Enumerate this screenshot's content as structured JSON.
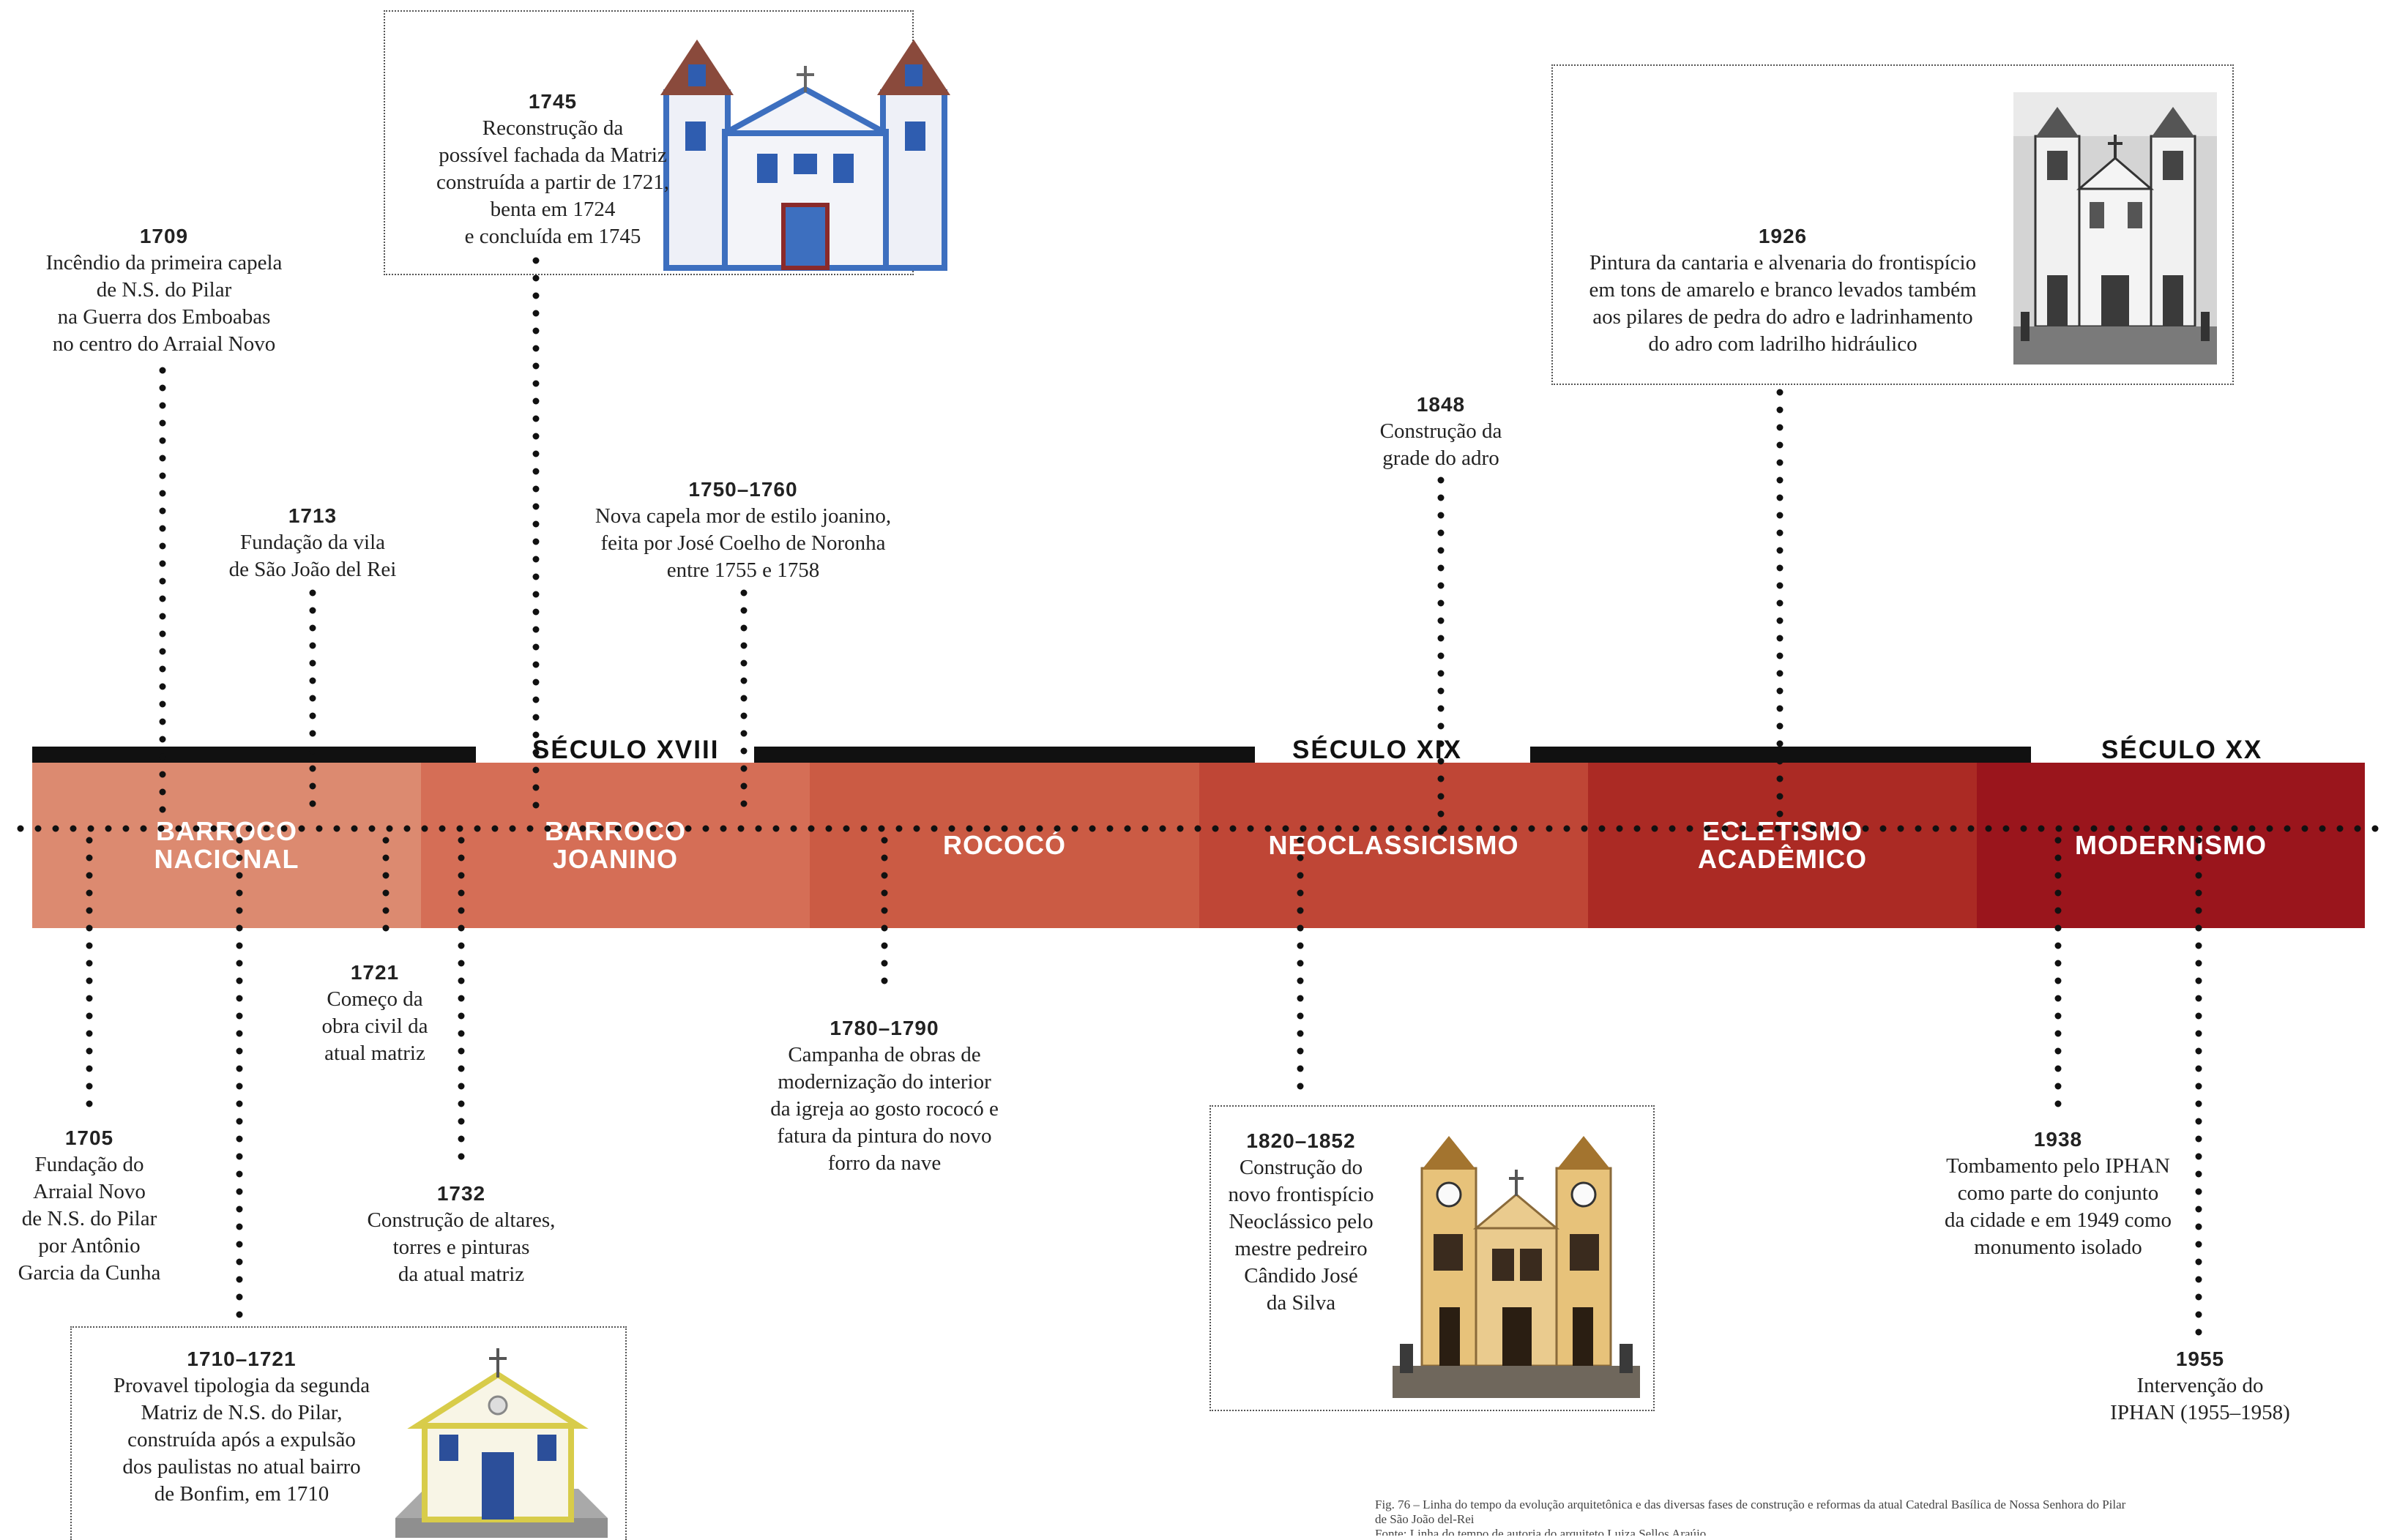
{
  "centuries": [
    {
      "label": "SÉCULO XVIII"
    },
    {
      "label": "SÉCULO XIX"
    },
    {
      "label": "SÉCULO XX"
    }
  ],
  "eras": [
    {
      "label": "BARROCO\nNACIONAL",
      "color": "#dc8a70"
    },
    {
      "label": "BARROCO\nJOANINO",
      "color": "#d56e56"
    },
    {
      "label": "ROCOCÓ",
      "color": "#cb5b44"
    },
    {
      "label": "NEOCLASSICISMO",
      "color": "#bf4636"
    },
    {
      "label": "ECLETISMO\nACADÊMICO",
      "color": "#ab2a24"
    },
    {
      "label": "MODERNISMO",
      "color": "#9a151c"
    }
  ],
  "events": [
    {
      "year": "1709",
      "text": "Incêndio da primeira capela\nde N.S. do Pilar\nna Guerra dos Emboabas\nno centro do Arraial Novo"
    },
    {
      "year": "1745",
      "text": "Reconstrução da\npossível fachada da Matriz\nconstruída a partir de 1721,\nbenta em 1724\ne concluída em 1745"
    },
    {
      "year": "1713",
      "text": "Fundação da vila\nde São João del Rei"
    },
    {
      "year": "1750–1760",
      "text": "Nova capela mor de estilo joanino,\nfeita por José Coelho de Noronha\nentre 1755 e 1758"
    },
    {
      "year": "1848",
      "text": "Construção da\ngrade do adro"
    },
    {
      "year": "1926",
      "text": "Pintura da cantaria e alvenaria do frontispício\nem tons de amarelo e branco levados também\naos pilares de pedra do adro e ladrinhamento\ndo adro com ladrilho hidráulico"
    },
    {
      "year": "1721",
      "text": "Começo da\nobra civil da\natual matriz"
    },
    {
      "year": "1780–1790",
      "text": "Campanha de obras de\nmodernização do interior\nda igreja ao gosto rococó e\nfatura da pintura do novo\nforro da nave"
    },
    {
      "year": "1705",
      "text": "Fundação do\nArraial Novo\nde N.S. do Pilar\npor Antônio\nGarcia da Cunha"
    },
    {
      "year": "1732",
      "text": "Construção de altares,\ntorres e pinturas\nda atual matriz"
    },
    {
      "year": "1820–1852",
      "text": "Construção do\nnovo frontispício\nNeoclássico pelo\nmestre pedreiro\nCândido José\nda Silva"
    },
    {
      "year": "1938",
      "text": "Tombamento pelo IPHAN\ncomo parte do conjunto\nda cidade e em 1949 como\nmonumento isolado"
    },
    {
      "year": "1710–1721",
      "text": "Provavel tipologia da segunda\nMatriz de N.S. do Pilar,\nconstruída após a expulsão\ndos paulistas no atual bairro\nde Bonfim, em 1710"
    },
    {
      "year": "1955",
      "text": "Intervenção do\nIPHAN (1955–1958)"
    }
  ],
  "caption": "Fig. 76 – Linha do tempo da evolução arquitetônica e das diversas fases de construção e reformas da atual Catedral Basílica de Nossa Senhora do Pilar\nde São João del-Rei\nFonte: Linha do tempo de autoria do arquiteto Luiza Sellos Araújo"
}
